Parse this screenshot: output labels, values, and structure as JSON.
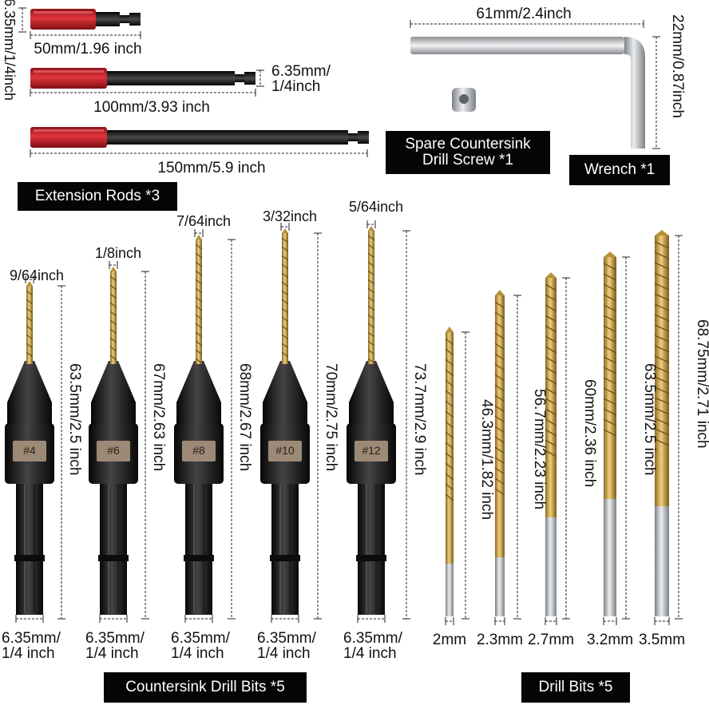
{
  "rods": {
    "rod1_length": "50mm/1.96 inch",
    "shank_side": "6.35mm/1/4inch",
    "rod2_shank": "6.35mm/\n1/4inch",
    "rod2_length": "100mm/3.93 inch",
    "rod3_length": "150mm/5.9 inch",
    "caption": "Extension Rods *3"
  },
  "wrench": {
    "length": "61mm/2.4inch",
    "height": "22mm/0.87inch",
    "caption": "Wrench *1"
  },
  "spare": {
    "caption": "Spare Countersink\nDrill Screw *1"
  },
  "countersink": {
    "caption": "Countersink Drill Bits *5",
    "bits": [
      {
        "tip": "9/64inch",
        "number": "#4",
        "length": "63.5mm/2.5 inch",
        "shank": "6.35mm/\n1/4 inch"
      },
      {
        "tip": "1/8inch",
        "number": "#6",
        "length": "67mm/2.63 inch",
        "shank": "6.35mm/\n1/4 inch"
      },
      {
        "tip": "7/64inch",
        "number": "#8",
        "length": "68mm/2.67 inch",
        "shank": "6.35mm/\n1/4 inch"
      },
      {
        "tip": "3/32inch",
        "number": "#10",
        "length": "70mm/2.75 inch",
        "shank": "6.35mm/\n1/4 inch"
      },
      {
        "tip": "5/64inch",
        "number": "#12",
        "length": "73.7mm/2.9 inch",
        "shank": "6.35mm/\n1/4 inch"
      }
    ]
  },
  "drill": {
    "caption": "Drill Bits *5",
    "bits": [
      {
        "diameter": "2mm",
        "length": "46.3mm/1.82 inch"
      },
      {
        "diameter": "2.3mm",
        "length": "56.7mm/2.23 inch"
      },
      {
        "diameter": "2.7mm",
        "length": "60mm/2.36 inch"
      },
      {
        "diameter": "3.2mm",
        "length": "63.5mm/2.5 inch"
      },
      {
        "diameter": "3.5mm",
        "length": "68.75mm/2.71 inch"
      }
    ]
  },
  "colors": {
    "red": "#c8202a",
    "black": "#1a1a1a",
    "gold": "#c8a044",
    "silver": "#b9bcc0",
    "label_bg": "#050505"
  }
}
